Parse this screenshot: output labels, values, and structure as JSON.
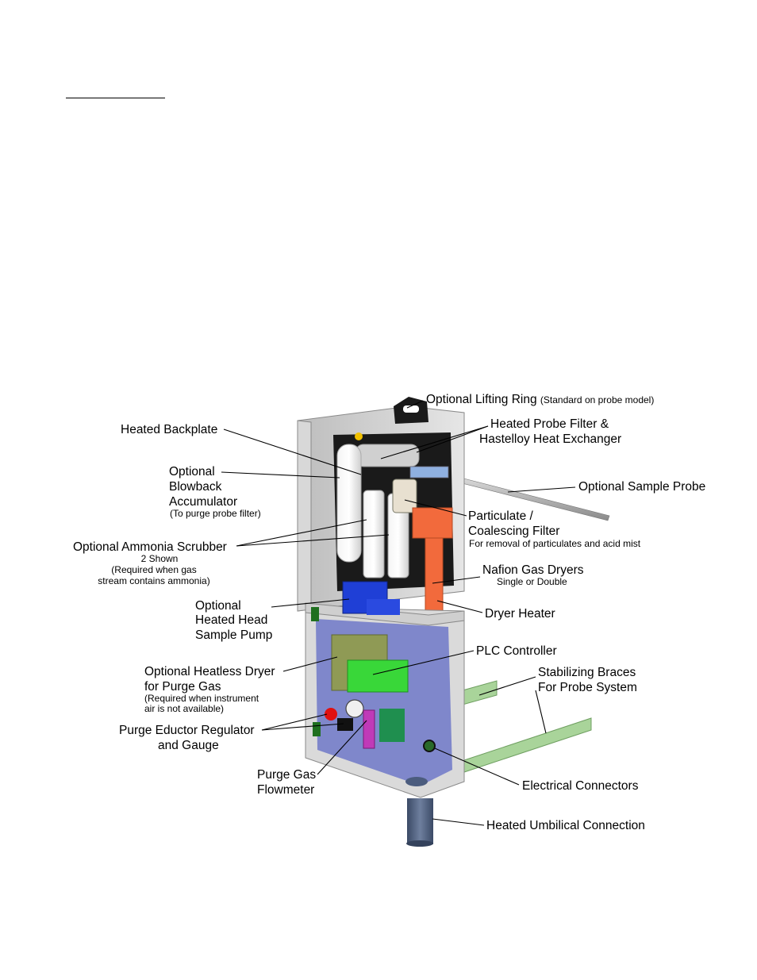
{
  "labels": {
    "lifting_ring": "Optional Lifting Ring",
    "lifting_ring_note": "(Standard on probe model)",
    "heated_backplate": "Heated Backplate",
    "probe_filter_1": "Heated Probe Filter &",
    "probe_filter_2": "Hastelloy Heat Exchanger",
    "blowback_1": "Optional",
    "blowback_2": "Blowback",
    "blowback_3": "Accumulator",
    "blowback_note": "(To purge probe filter)",
    "sample_probe": "Optional Sample Probe",
    "particulate_1": "Particulate /",
    "particulate_2": "Coalescing Filter",
    "particulate_note": "For removal of particulates and acid mist",
    "ammonia": "Optional Ammonia Scrubber",
    "ammonia_note_1": "2 Shown",
    "ammonia_note_2": "(Required when gas",
    "ammonia_note_3": "stream contains ammonia)",
    "nafion": "Nafion Gas Dryers",
    "nafion_note": "Single or Double",
    "pump_1": "Optional",
    "pump_2": "Heated Head",
    "pump_3": "Sample Pump",
    "dryer_heater": "Dryer Heater",
    "plc": "PLC Controller",
    "heatless_1": "Optional Heatless Dryer",
    "heatless_2": "for Purge Gas",
    "heatless_note_1": "(Required when instrument",
    "heatless_note_2": "air is not available)",
    "braces_1": "Stabilizing Braces",
    "braces_2": "For Probe System",
    "eductor_1": "Purge Eductor Regulator",
    "eductor_2": "and Gauge",
    "flowmeter_1": "Purge Gas",
    "flowmeter_2": "Flowmeter",
    "connectors": "Electrical Connectors",
    "umbilical": "Heated Umbilical Connection"
  },
  "colors": {
    "enclosure": "#c9c9c9",
    "backplate": "#1a1a1a",
    "dryer_orange": "#f26a3c",
    "pump_blue": "#1f3fd6",
    "plc_green": "#39d739",
    "brace_green": "#a9d49a",
    "panel_blue": "#6f78c8"
  }
}
